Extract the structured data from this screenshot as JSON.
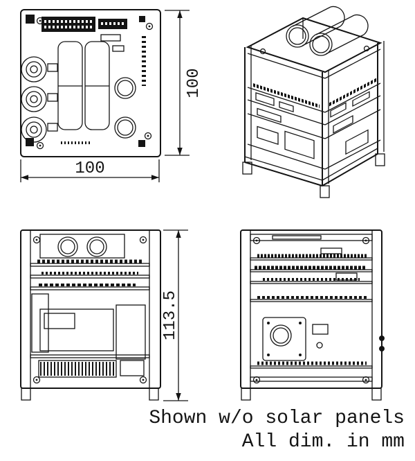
{
  "drawing": {
    "dimensions": {
      "top_view_width_mm": "100",
      "top_view_height_mm": "100",
      "side_view_height_mm": "113.5"
    },
    "captions": {
      "line1": "Shown w/o solar panels",
      "line2": "All dim. in mm"
    },
    "colors": {
      "line": "#141414",
      "background": "#ffffff"
    }
  }
}
